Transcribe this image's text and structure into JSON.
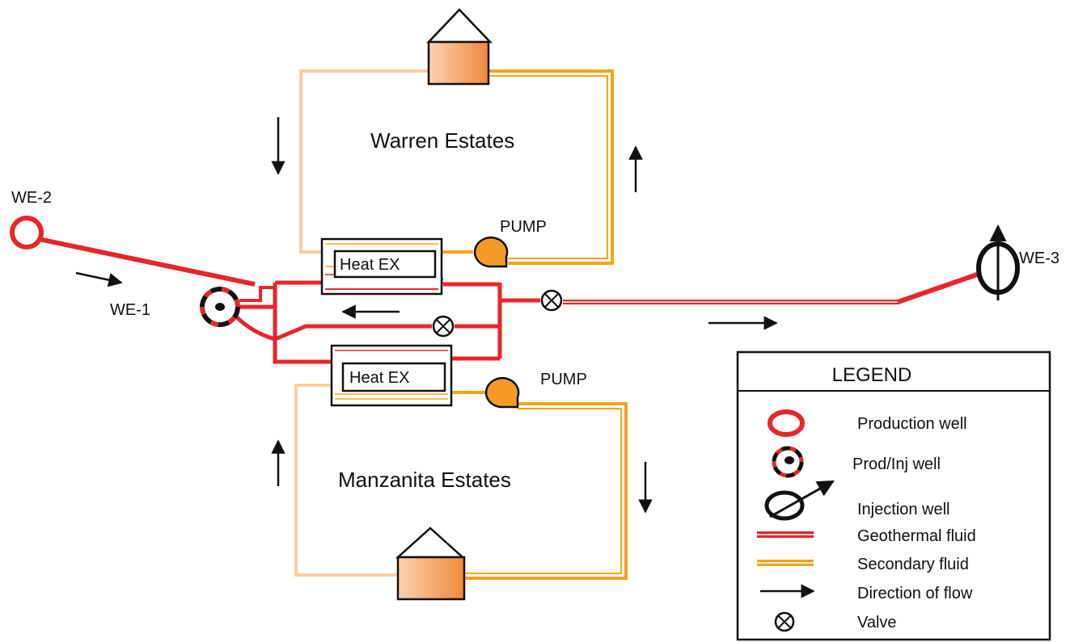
{
  "colors": {
    "geothermal": "#e8262a",
    "secondary": "#f4a51c",
    "secondary_light": "#f9cfa2",
    "pump": "#f39a27",
    "house_fill_light": "#fbd2b2",
    "house_fill_dark": "#f0883d",
    "ink": "#111111"
  },
  "labels": {
    "warren_estates": "Warren Estates",
    "manzanita_estates": "Manzanita Estates",
    "we1": "WE-1",
    "we2": "WE-2",
    "we3": "WE-3",
    "pump_top": "PUMP",
    "pump_bottom": "PUMP",
    "heat_ex_top": "Heat EX",
    "heat_ex_bottom": "Heat EX"
  },
  "legend": {
    "title": "LEGEND",
    "items": [
      {
        "symbol": "production-well",
        "label": "Production well"
      },
      {
        "symbol": "prod-inj-well",
        "label": "Prod/Inj well"
      },
      {
        "symbol": "injection-well",
        "label": "Injection well"
      },
      {
        "symbol": "geothermal-fluid-line",
        "label": "Geothermal fluid"
      },
      {
        "symbol": "secondary-fluid-line",
        "label": "Secondary fluid"
      },
      {
        "symbol": "flow-arrow",
        "label": "Direction of flow"
      },
      {
        "symbol": "valve",
        "label": "Valve"
      }
    ]
  }
}
